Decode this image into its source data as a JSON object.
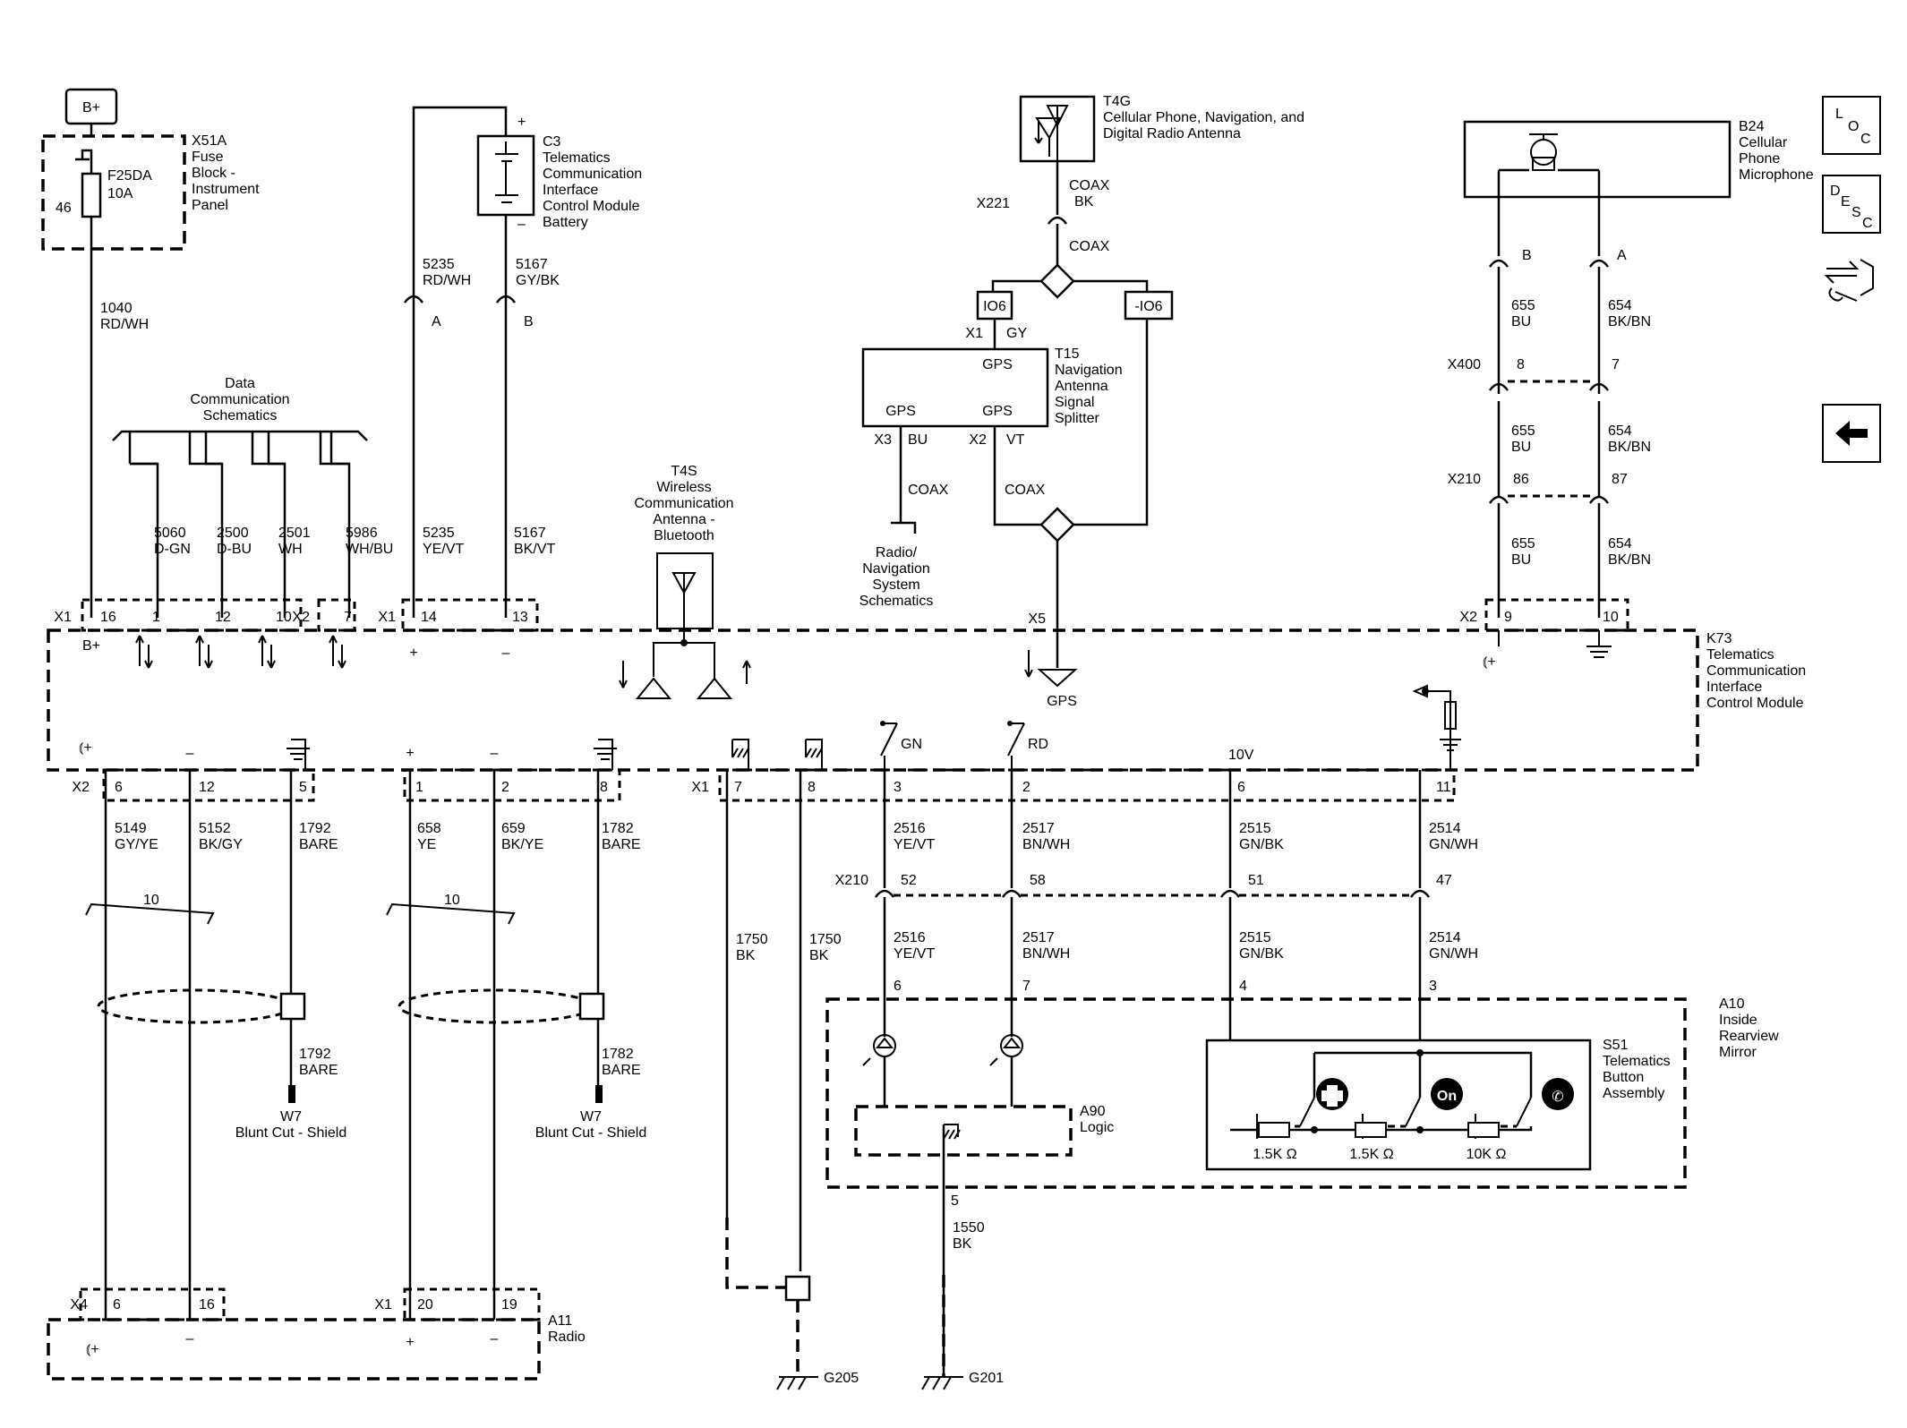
{
  "bplus": "B+",
  "fuse": {
    "name": [
      "X51A",
      "Fuse",
      "Block -",
      "Instrument",
      "Panel"
    ],
    "id": "F25DA",
    "rating": "10A",
    "pin": "46",
    "wire": [
      "1040",
      "RD/WH"
    ]
  },
  "battery": {
    "name": [
      "C3",
      "Telematics",
      "Communication",
      "Interface",
      "Control Module",
      "Battery"
    ],
    "plus": "+",
    "minus": "–",
    "w1": [
      "5235",
      "RD/WH"
    ],
    "p1": "A",
    "w2": [
      "5167",
      "GY/BK"
    ],
    "p2": "B"
  },
  "antenna_t4g": {
    "name": [
      "T4G",
      "Cellular Phone, Navigation, and",
      "Digital Radio Antenna"
    ]
  },
  "coax": {
    "x221": "X221",
    "coax_bk": [
      "COAX",
      "BK"
    ],
    "coax": "COAX"
  },
  "splitter": {
    "io6": "IO6",
    "nio6": "-IO6",
    "gps": "GPS",
    "name": [
      "T15",
      "Navigation",
      "Antenna",
      "Signal",
      "Splitter"
    ],
    "x1": "X1",
    "gy": "GY",
    "x3": "X3",
    "bu": "BU",
    "x2": "X2",
    "vt": "VT",
    "radio": [
      "Radio/",
      "Navigation",
      "System",
      "Schematics"
    ]
  },
  "x5": "X5",
  "t4s": {
    "name": [
      "T4S",
      "Wireless",
      "Communication",
      "Antenna -",
      "Bluetooth"
    ]
  },
  "data_comm": [
    "Data",
    "Communication",
    "Schematics"
  ],
  "data_wires": [
    [
      "5060",
      "D-GN"
    ],
    [
      "2500",
      "D-BU"
    ],
    [
      "2501",
      "WH"
    ],
    [
      "5986",
      "WH/BU"
    ]
  ],
  "top_wires": [
    [
      "5235",
      "YE/VT"
    ],
    [
      "5167",
      "BK/VT"
    ]
  ],
  "top_pins": {
    "x1a": "X1",
    "p16": "16",
    "p1": "1",
    "p12": "12",
    "p10": "10",
    "x2": "X2",
    "p7": "7",
    "x1b": "X1",
    "p14": "14",
    "p13": "13",
    "x2b": "X2",
    "p9": "9",
    "p10b": "10"
  },
  "module": {
    "bplus": "B+",
    "plus": "+",
    "minus": "–",
    "gps": "GPS",
    "gn": "GN",
    "rd": "RD",
    "v10": "10V",
    "name": [
      "K73",
      "Telematics",
      "Communication",
      "Interface",
      "Control Module"
    ]
  },
  "b24": {
    "name": [
      "B24",
      "Cellular",
      "Phone",
      "Microphone"
    ],
    "pb": "B",
    "pa": "A",
    "w1": [
      [
        "655",
        "BU"
      ],
      [
        "654",
        "BK/BN"
      ]
    ],
    "x400": "X400",
    "x400p": [
      "8",
      "7"
    ],
    "w2": [
      [
        "655",
        "BU"
      ],
      [
        "654",
        "BK/BN"
      ]
    ],
    "x210": "X210",
    "x210p": [
      "86",
      "87"
    ],
    "w3": [
      [
        "655",
        "BU"
      ],
      [
        "654",
        "BK/BN"
      ]
    ]
  },
  "bottom_pins": {
    "x2": "X2",
    "p6": "6",
    "p12": "12",
    "p5": "5",
    "p1": "1",
    "p2": "2",
    "p8": "8",
    "x1": "X1",
    "p7": "7",
    "p8b": "8",
    "p3": "3",
    "p2b": "2",
    "p6b": "6",
    "p11": "11"
  },
  "wires_b": [
    [
      "5149",
      "GY/YE"
    ],
    [
      "5152",
      "BK/GY"
    ],
    [
      "1792",
      "BARE"
    ],
    [
      "658",
      "YE"
    ],
    [
      "659",
      "BK/YE"
    ],
    [
      "1782",
      "BARE"
    ]
  ],
  "twist": "10",
  "shield1": {
    "wire": [
      "1792",
      "BARE"
    ],
    "w7": [
      "W7",
      "Blunt Cut - Shield"
    ]
  },
  "shield2": {
    "wire": [
      "1782",
      "BARE"
    ],
    "w7": [
      "W7",
      "Blunt Cut - Shield"
    ]
  },
  "bk1750": [
    [
      "1750",
      "BK"
    ],
    [
      "1750",
      "BK"
    ]
  ],
  "mirror_wires": [
    [
      "2516",
      "YE/VT"
    ],
    [
      "2517",
      "BN/WH"
    ],
    [
      "2515",
      "GN/BK"
    ],
    [
      "2514",
      "GN/WH"
    ]
  ],
  "x210b": {
    "label": "X210",
    "pins": [
      "52",
      "58",
      "51",
      "47"
    ]
  },
  "mirror_pins": [
    "6",
    "7",
    "4",
    "3"
  ],
  "a10": [
    "A10",
    "Inside",
    "Rearview",
    "Mirror"
  ],
  "s51": [
    "S51",
    "Telematics",
    "Button",
    "Assembly"
  ],
  "a90": [
    "A90",
    "Logic"
  ],
  "resistors": [
    "1.5K Ω",
    "1.5K Ω",
    "10K Ω"
  ],
  "g201w": {
    "pin": "5",
    "wire": [
      "1550",
      "BK"
    ]
  },
  "grounds": [
    "G205",
    "G201"
  ],
  "radio": {
    "name": [
      "A11",
      "Radio"
    ],
    "x4": "X4",
    "p6": "6",
    "p16": "16",
    "x1": "X1",
    "p20": "20",
    "p19": "19",
    "plus": "+",
    "minus": "–"
  },
  "side_icons": {
    "loc": [
      "L",
      "O",
      "C"
    ],
    "desc": [
      "D",
      "E",
      "S",
      "C"
    ]
  }
}
